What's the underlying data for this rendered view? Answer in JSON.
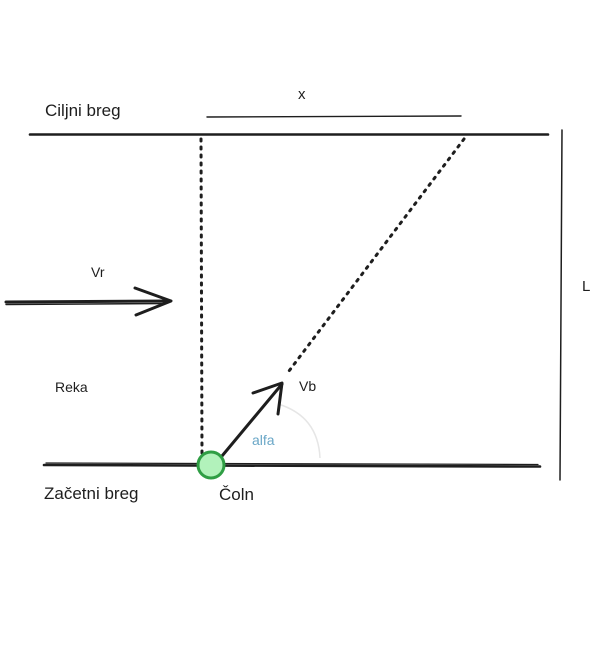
{
  "labels": {
    "target_bank": "Ciljni breg",
    "start_bank": "Začetni breg",
    "river": "Reka",
    "river_velocity": "Vr",
    "boat_velocity": "Vb",
    "boat": "Čoln",
    "angle": "alfa",
    "drift": "x",
    "width": "L"
  },
  "colors": {
    "stroke": "#1e1e1e",
    "boat_fill": "#b2f2bb",
    "boat_stroke": "#2f9e44",
    "angle": "#6aa7c7",
    "angle_arc": "#e6e6e6"
  }
}
